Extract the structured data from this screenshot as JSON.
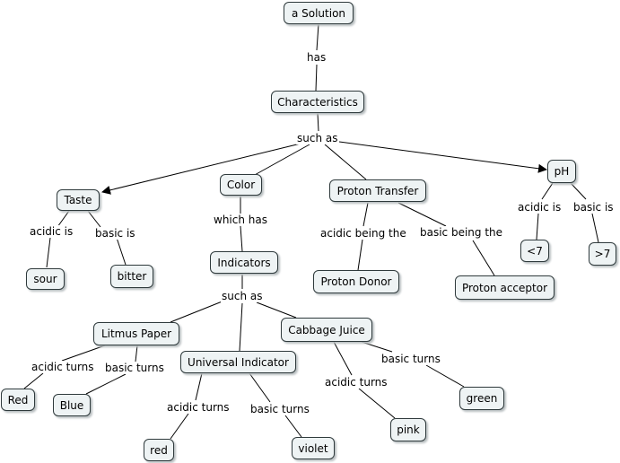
{
  "nodes": {
    "solution": "a Solution",
    "characteristics": "Characteristics",
    "taste": "Taste",
    "color": "Color",
    "proton_transfer": "Proton Transfer",
    "ph": "pH",
    "sour": "sour",
    "bitter": "bitter",
    "indicators": "Indicators",
    "proton_donor": "Proton Donor",
    "proton_acceptor": "Proton acceptor",
    "lt7": "<7",
    "gt7": ">7",
    "litmus": "Litmus Paper",
    "cabbage": "Cabbage Juice",
    "universal": "Universal Indicator",
    "red_cap": "Red",
    "blue": "Blue",
    "red": "red",
    "violet": "violet",
    "pink": "pink",
    "green": "green"
  },
  "links": {
    "has": "has",
    "such_as_1": "such as",
    "taste_acidic": "acidic is",
    "taste_basic": "basic is",
    "which_has": "which has",
    "pt_acidic": "acidic being the",
    "pt_basic": "basic being the",
    "ph_acidic": "acidic is",
    "ph_basic": "basic is",
    "such_as_2": "such as",
    "litmus_acidic": "acidic turns",
    "litmus_basic": "basic turns",
    "univ_acidic": "acidic turns",
    "univ_basic": "basic turns",
    "cab_acidic": "acidic turns",
    "cab_basic": "basic turns"
  }
}
